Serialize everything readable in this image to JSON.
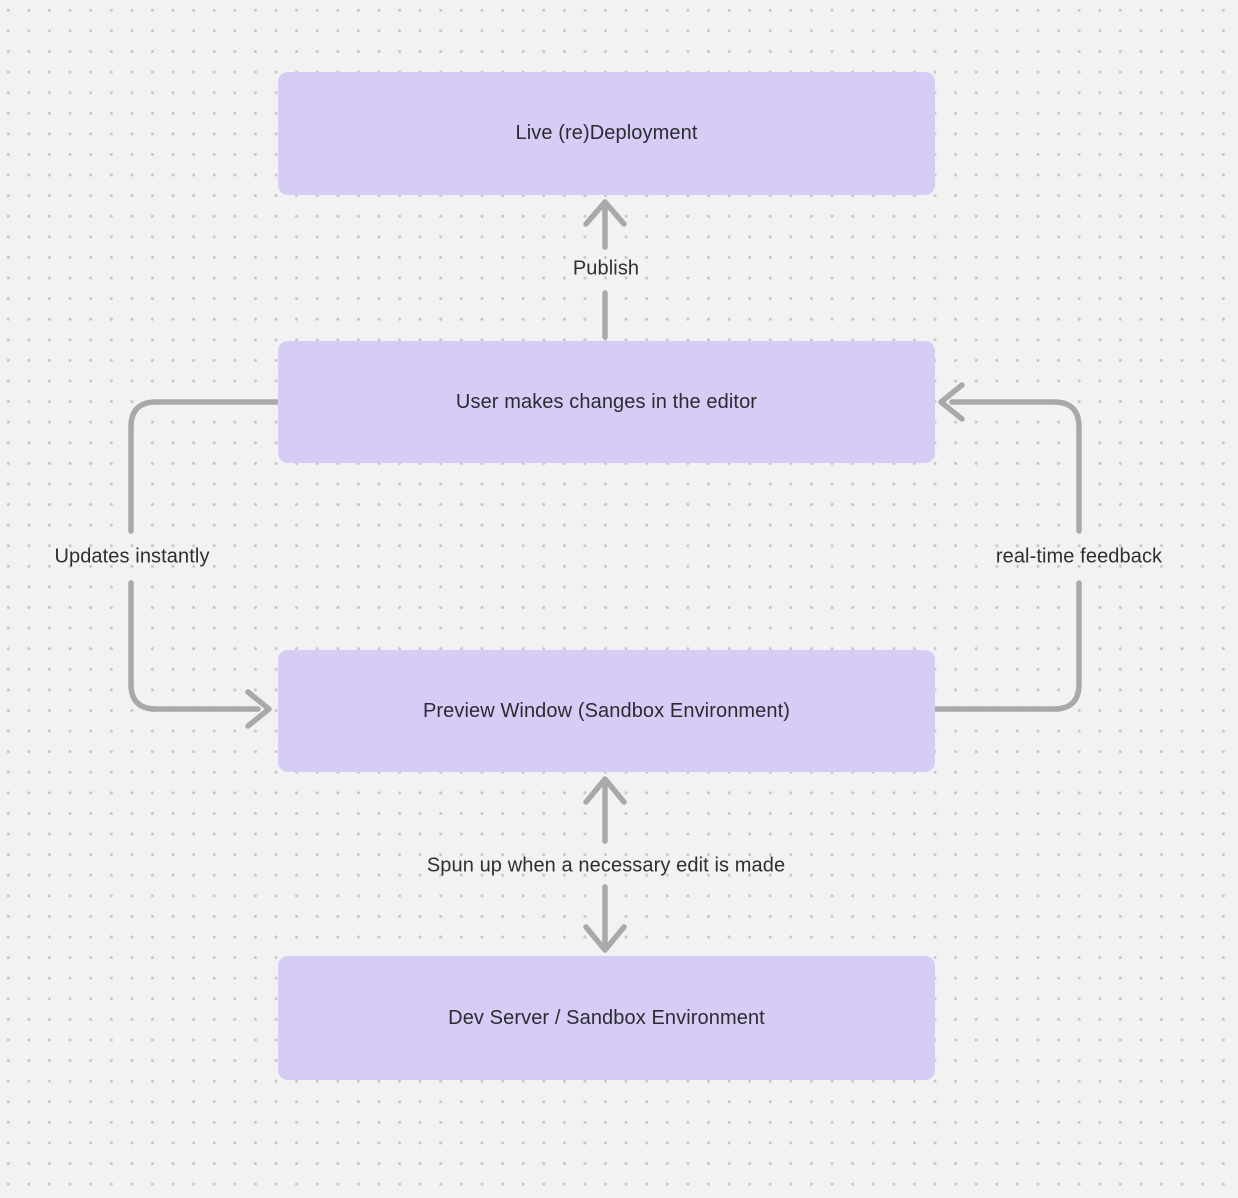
{
  "diagram": {
    "nodes": [
      {
        "id": "live-deployment",
        "label": "Live (re)Deployment"
      },
      {
        "id": "editor",
        "label": "User makes changes in the editor"
      },
      {
        "id": "preview",
        "label": "Preview Window (Sandbox Environment)"
      },
      {
        "id": "dev-server",
        "label": "Dev Server / Sandbox Environment"
      }
    ],
    "edges": [
      {
        "id": "publish",
        "label": "Publish",
        "from": "editor",
        "to": "live-deployment",
        "direction": "up"
      },
      {
        "id": "updates-instantly",
        "label": "Updates instantly",
        "from": "editor",
        "to": "preview",
        "direction": "left-loop"
      },
      {
        "id": "realtime-feedback",
        "label": "real-time feedback",
        "from": "preview",
        "to": "editor",
        "direction": "right-loop"
      },
      {
        "id": "spun-up",
        "label": "Spun up when a necessary edit is made",
        "from": "preview",
        "to": "dev-server",
        "direction": "bidirectional"
      }
    ]
  },
  "colors": {
    "bg": "#f2f2f2",
    "dot": "#c9c9c9",
    "node_fill": "#d7ccf5",
    "node_text": "#2b2b31",
    "arrow": "#a9a9a9",
    "label_text": "#2e2e33"
  }
}
